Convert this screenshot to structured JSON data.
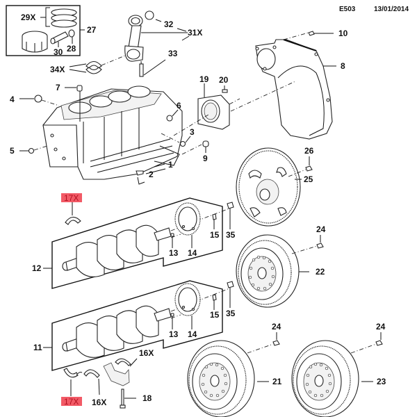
{
  "header": {
    "diagram_code": "E503",
    "date": "13/01/2014"
  },
  "highlight_color": "#f25a66",
  "callouts": {
    "c1": "1",
    "c2": "2",
    "c3": "3",
    "c4": "4",
    "c5": "5",
    "c6": "6",
    "c7": "7",
    "c8": "8",
    "c9": "9",
    "c10": "10",
    "c11": "11",
    "c12": "12",
    "c13a": "13",
    "c13b": "13",
    "c14a": "14",
    "c14b": "14",
    "c15a": "15",
    "c15b": "15",
    "c16a": "16X",
    "c16b": "16X",
    "c17a": "17X",
    "c17b": "17X",
    "c18": "18",
    "c19": "19",
    "c20": "20",
    "c21": "21",
    "c22": "22",
    "c23": "23",
    "c24a": "24",
    "c24b": "24",
    "c24c": "24",
    "c25": "25",
    "c26": "26",
    "c27": "27",
    "c28": "28",
    "c29": "29X",
    "c30": "30",
    "c31": "31X",
    "c32": "32",
    "c33": "33",
    "c34": "34X",
    "c35a": "35",
    "c35b": "35"
  },
  "parts": [
    {
      "ref": "27",
      "name": "piston-kit"
    },
    {
      "ref": "29X",
      "name": "piston-rings"
    },
    {
      "ref": "30",
      "name": "piston-pin"
    },
    {
      "ref": "28",
      "name": "piston-pin-circlip"
    },
    {
      "ref": "31X",
      "name": "connecting-rod"
    },
    {
      "ref": "32",
      "name": "small-end-bushing"
    },
    {
      "ref": "33",
      "name": "connecting-rod-bolt"
    },
    {
      "ref": "34X",
      "name": "connecting-rod-bearing"
    },
    {
      "ref": "1",
      "name": "cylinder-block"
    },
    {
      "ref": "8",
      "name": "engine-adapter-plate"
    },
    {
      "ref": "19",
      "name": "rear-crankshaft-seal"
    },
    {
      "ref": "25",
      "name": "flexplate"
    },
    {
      "ref": "12",
      "name": "crankshaft-variant-a"
    },
    {
      "ref": "11",
      "name": "crankshaft-variant-b"
    },
    {
      "ref": "17X",
      "name": "main-bearing",
      "highlighted": true
    },
    {
      "ref": "16X",
      "name": "thrust-washer"
    },
    {
      "ref": "18",
      "name": "main-bearing-cap-bolt"
    },
    {
      "ref": "22",
      "name": "dual-mass-flywheel-a"
    },
    {
      "ref": "21",
      "name": "dual-mass-flywheel-b"
    },
    {
      "ref": "23",
      "name": "dual-mass-flywheel-c"
    },
    {
      "ref": "24",
      "name": "flywheel-bolt"
    },
    {
      "ref": "35",
      "name": "pilot-bushing"
    }
  ]
}
